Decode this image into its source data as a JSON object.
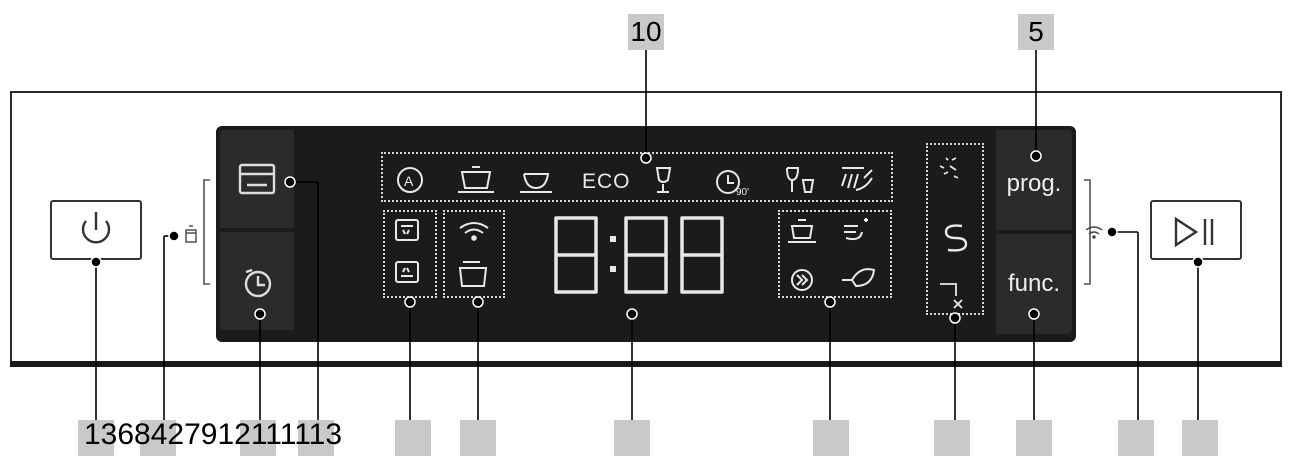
{
  "callouts": {
    "top": [
      "10",
      "5"
    ],
    "bottom_sequence": "1368427912111113"
  },
  "keys": {
    "prog_label": "prog.",
    "func_label": "func."
  },
  "display": {
    "eco_label": "ECO",
    "digits": "8:88"
  },
  "icons": [
    "power-icon",
    "bottle-icon",
    "intensive-zone-icon",
    "delay-timer-icon",
    "auto-program-icon",
    "pot-icon",
    "bowl-icon",
    "eco-icon",
    "glass-rinse-icon",
    "quick-90-icon",
    "delicate-glass-icon",
    "prewash-icon",
    "upper-basket-icon",
    "lower-basket-icon",
    "wifi-icon",
    "basket-open-icon",
    "extra-dry-icon",
    "extra-rinse-icon",
    "speed-icon",
    "eco-leaf-icon",
    "salt-indicator-icon",
    "rinse-aid-indicator-icon",
    "tap-closed-icon",
    "play-pause-icon",
    "remote-wifi-icon"
  ],
  "colors": {
    "panel": "#1b1b1b",
    "segment": "#e8e8e8",
    "tag": "#c9c9c9"
  }
}
